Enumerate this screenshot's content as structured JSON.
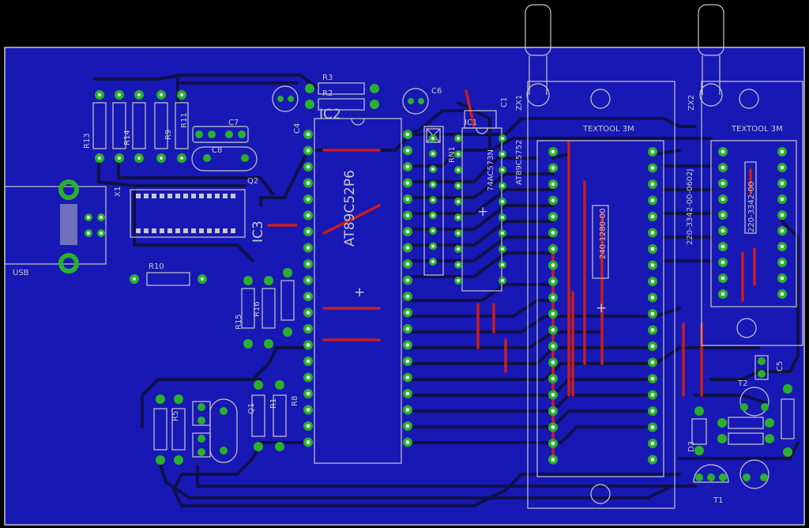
{
  "board": {
    "colors": {
      "background": "#000000",
      "copper_fill": "#1818b4",
      "trace_bottom": "#10104a",
      "trace_top": "#c81e1e",
      "pad": "#2ab02a",
      "silkscreen": "#c8c8c8"
    }
  },
  "labels": {
    "ic2": "IC2",
    "ic2_part": "AT89C52P6",
    "ic3": "IC3",
    "ic1": "IC1",
    "ic1_part": "74AC573N",
    "ic1_alt": "AT89C5752",
    "rn1": "RN1",
    "zx1": "ZX1",
    "zx2": "ZX2",
    "textool1": "TEXTOOL 3M",
    "textool2": "TEXTOOL 3M",
    "socket_code1": "240-1280-00",
    "socket_code2": "220-3342-00-0602J",
    "socket_code3": "220-3342-00",
    "usb": "USB",
    "x1": "X1",
    "q1": "Q1",
    "q2": "Q2",
    "c1": "C1",
    "c4": "C4",
    "c5": "C5",
    "c6": "C6",
    "c7": "C7",
    "c8": "C8",
    "r1": "R1",
    "r2": "R2",
    "r3": "R3",
    "r5": "R5",
    "r8": "R8",
    "r9": "R9",
    "r10": "R10",
    "r11": "R11",
    "r13": "R13",
    "r14": "R14",
    "r15": "R15",
    "r16": "R16",
    "d3": "D3",
    "t1": "T1",
    "t2": "T2",
    "plus": "+"
  }
}
